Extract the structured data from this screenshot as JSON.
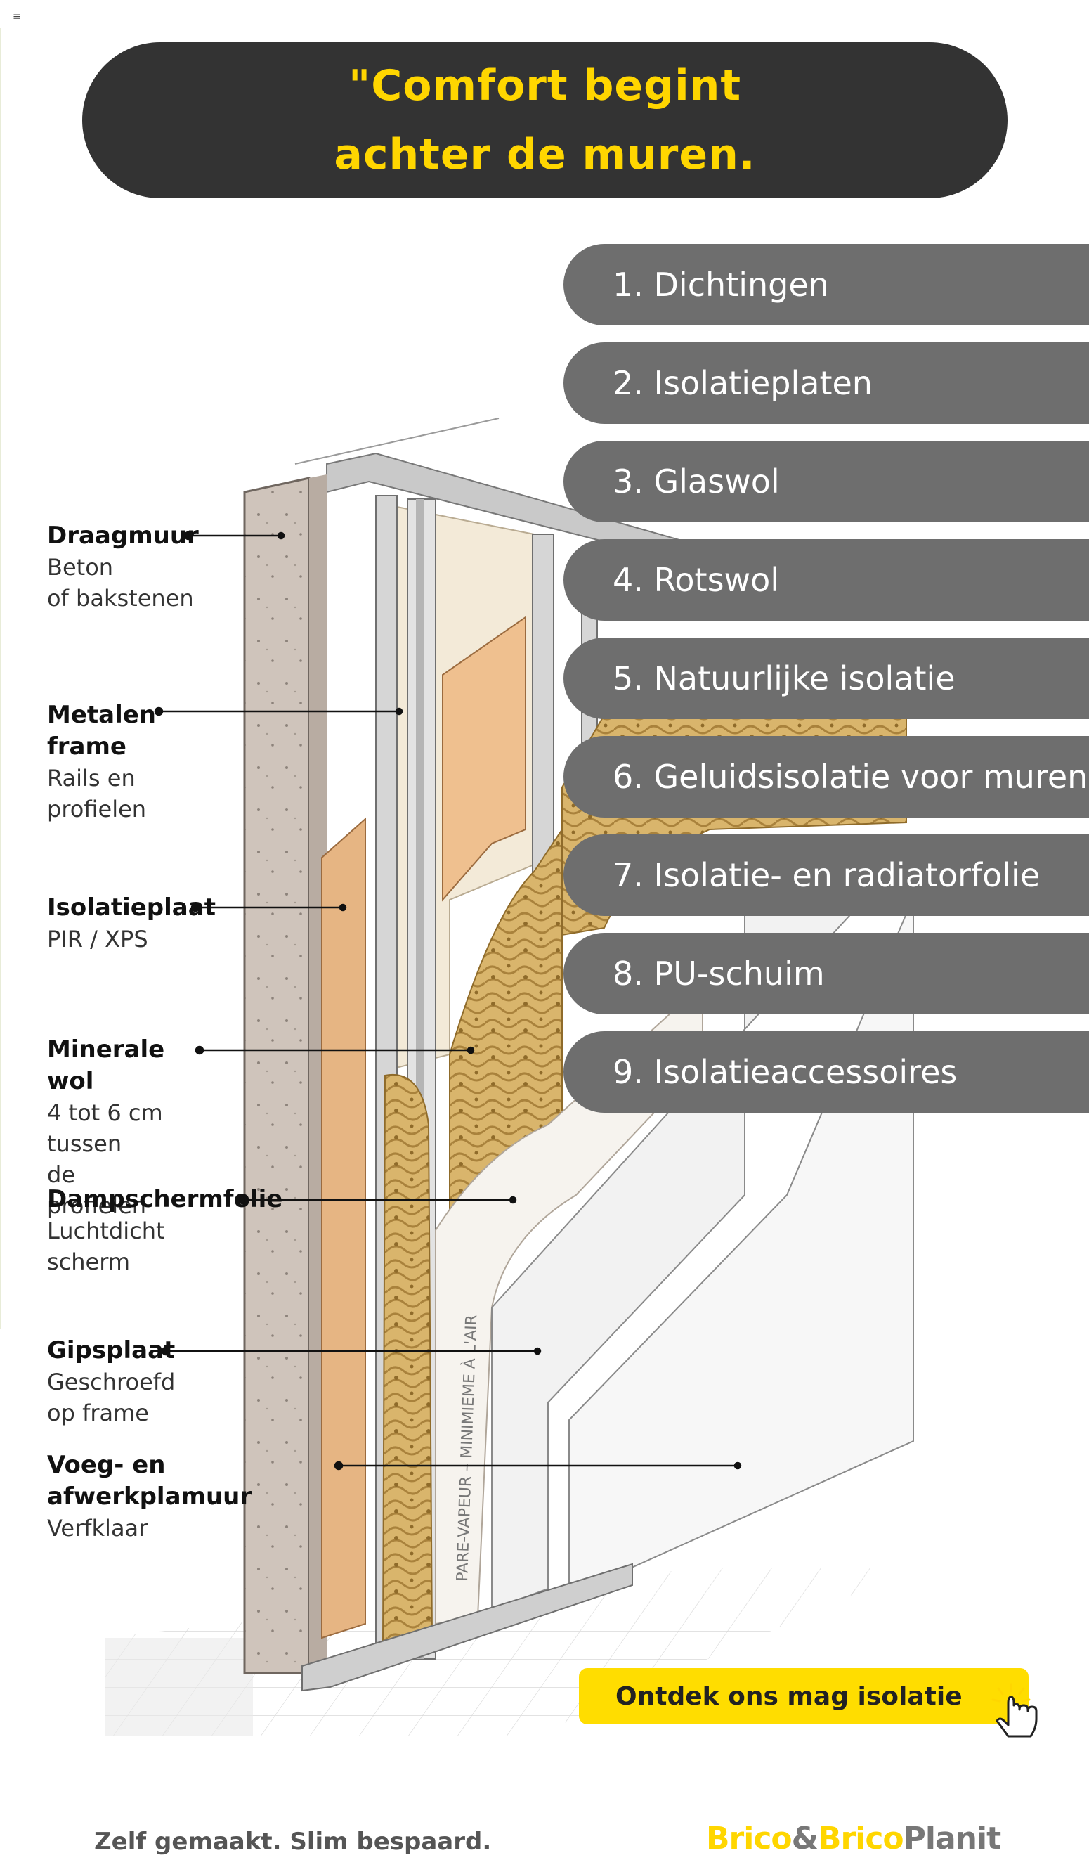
{
  "header": {
    "mark": "≡",
    "title_line1": "\"Comfort  begint",
    "title_line2": "achter de muren."
  },
  "menu": {
    "items": [
      {
        "label": "1. Dichtingen"
      },
      {
        "label": "2. Isolatieplaten"
      },
      {
        "label": "3. Glaswol"
      },
      {
        "label": "4. Rotswol"
      },
      {
        "label": "5. Natuurlijke isolatie"
      },
      {
        "label": "6. Geluidsisolatie voor muren"
      },
      {
        "label": "7. Isolatie- en radiatorfolie"
      },
      {
        "label": "8. PU-schuim"
      },
      {
        "label": "9. Isolatieaccessoires"
      }
    ]
  },
  "diagram": {
    "labels": [
      {
        "title": "Draagmuur",
        "lines": [
          "Beton",
          "of bakstenen"
        ]
      },
      {
        "title": "Metalen",
        "lines": [
          "Rails en profielen"
        ],
        "title2": "frame"
      },
      {
        "title": "Isolatieplaat",
        "lines": [
          "PIR / XPS"
        ]
      },
      {
        "title": "Minerale wol",
        "lines": [
          "4 tot 6 cm tussen",
          "de profielen"
        ]
      },
      {
        "title": "Dampschermfolie",
        "lines": [
          "Luchtdicht",
          "scherm"
        ]
      },
      {
        "title": "Gipsplaat",
        "lines": [
          "Geschroefd",
          "op frame"
        ]
      },
      {
        "title": "Voeg- en afwerkplamuur",
        "lines": [
          "Verfklaar"
        ]
      }
    ],
    "film_text": "PARE-VAPEUR – MINIMIEME À L'AIR"
  },
  "cta": {
    "label": "Ontdek ons mag isolatie",
    "icon": "pointer-hand-icon"
  },
  "footer": {
    "slogan": "Zelf gemaakt. Slim bespaard.",
    "logo": {
      "part1": "Brico",
      "amp": "&",
      "part2": "Brico",
      "part3": "Planit"
    }
  },
  "colors": {
    "accent": "#ffd600",
    "banner": "#333333",
    "menu": "#6e6e6e"
  }
}
